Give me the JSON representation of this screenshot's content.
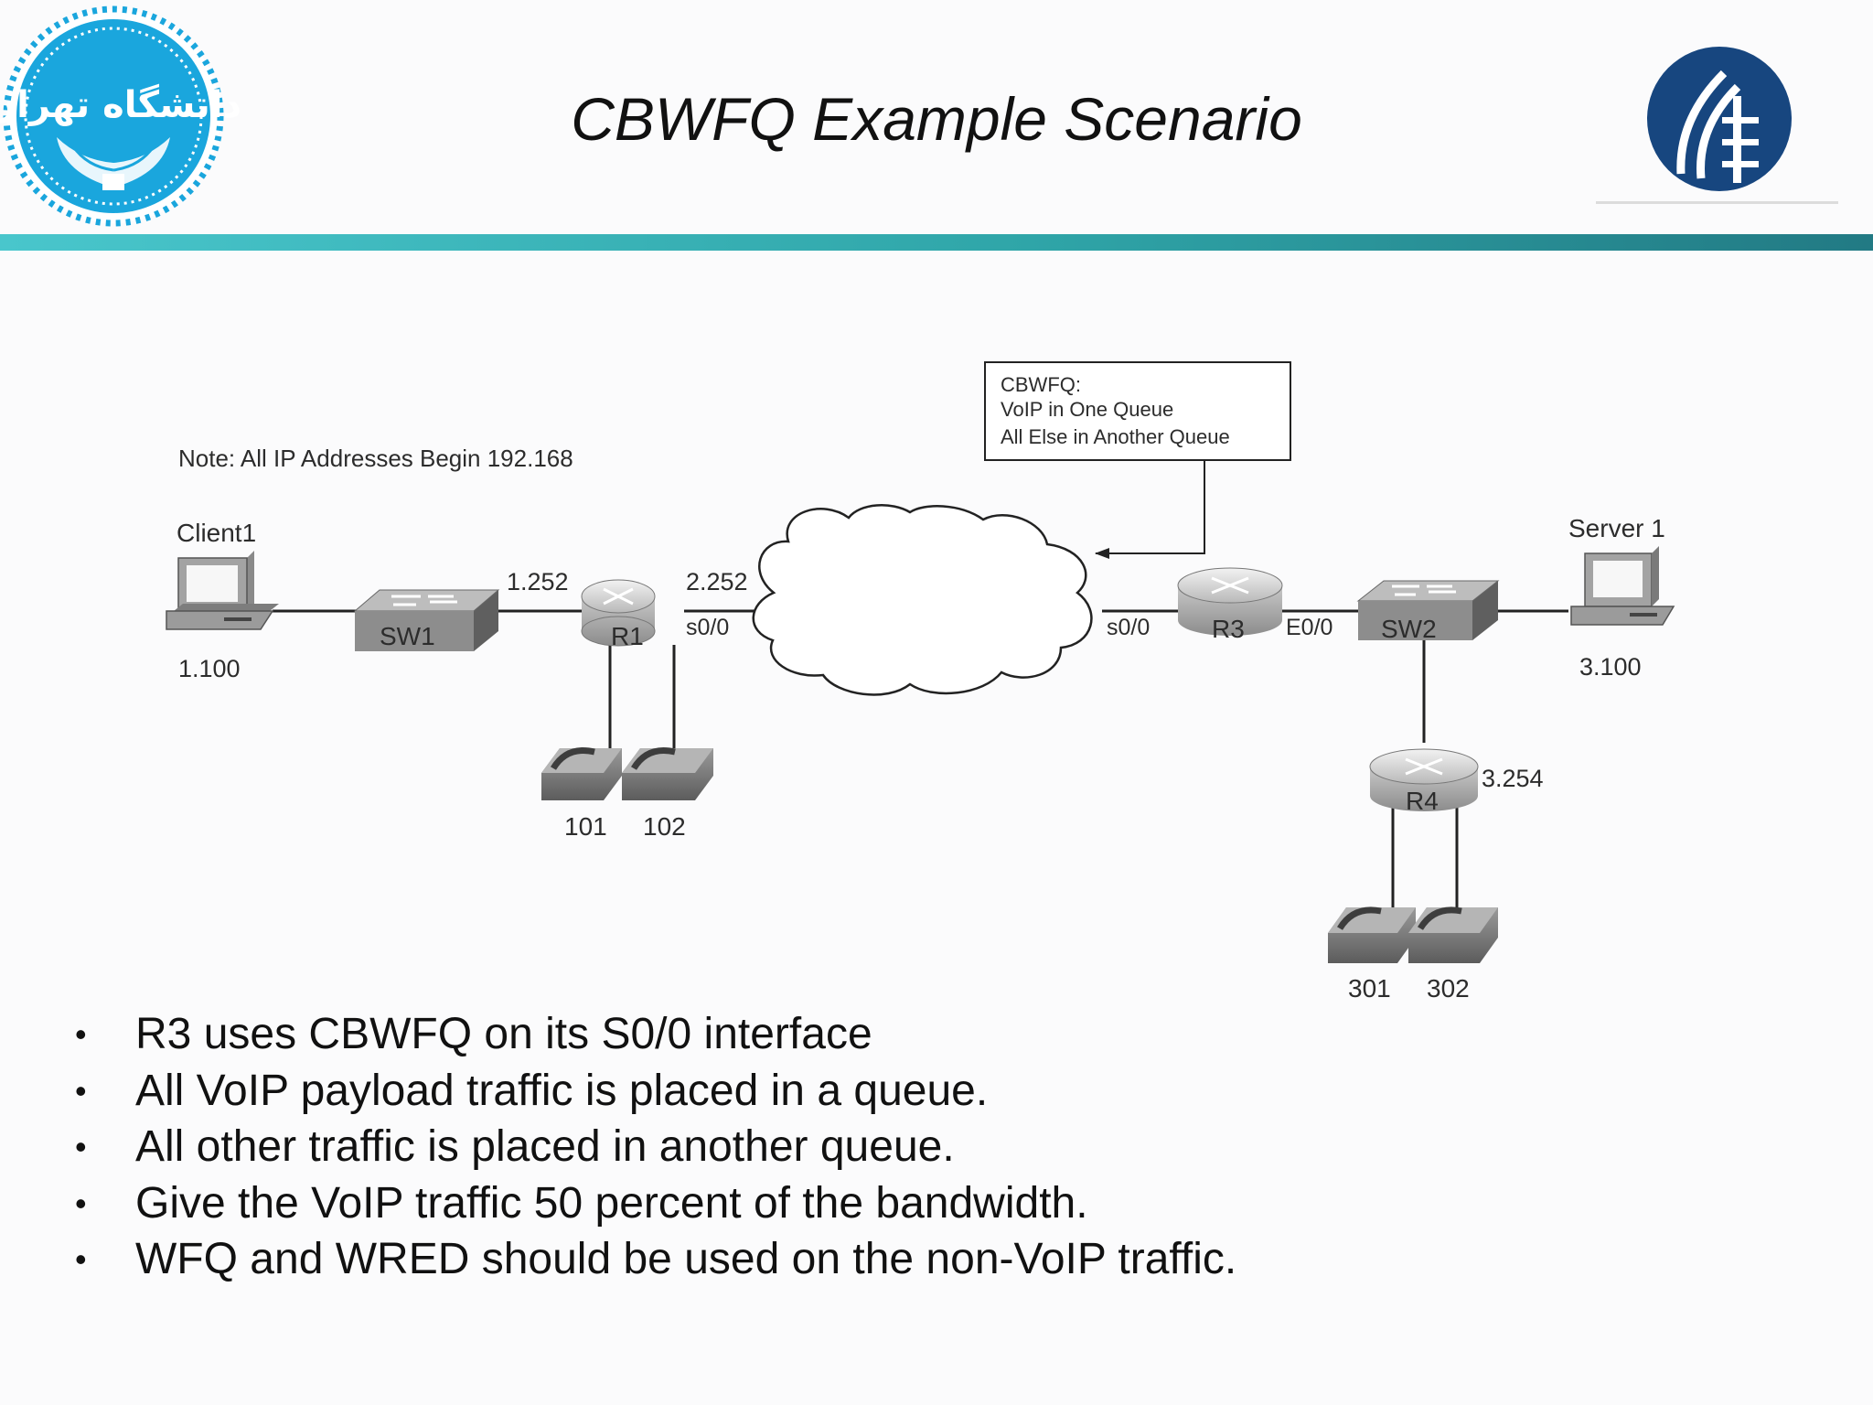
{
  "title": "CBWFQ Example Scenario",
  "logos": {
    "left": {
      "icon": "university-of-tehran-seal-icon",
      "text": "دانشگاه تهران",
      "color": "#1aa6dd"
    },
    "right": {
      "icon": "institute-logo-icon",
      "color": "#17467f"
    }
  },
  "diagram": {
    "note": "Note: All IP Addresses Begin 192.168",
    "callout": [
      "CBWFQ:",
      "VoIP in One Queue",
      "All Else in Another Queue"
    ],
    "nodes": {
      "client1": {
        "label": "Client1",
        "address": "1.100"
      },
      "sw1": {
        "label": "SW1"
      },
      "r1": {
        "label": "R1",
        "lan_address": "1.252",
        "wan_address": "2.252",
        "wan_interface": "s0/0"
      },
      "r3": {
        "label": "R3",
        "wan_interface": "s0/0",
        "lan_interface": "E0/0"
      },
      "sw2": {
        "label": "SW2"
      },
      "server1": {
        "label": "Server 1",
        "address": "3.100"
      },
      "r4": {
        "label": "R4",
        "address": "3.254"
      }
    },
    "phones": {
      "r1_a": "101",
      "r1_b": "102",
      "r4_a": "301",
      "r4_b": "302"
    }
  },
  "bullets": [
    "R3 uses CBWFQ on its S0/0 interface",
    "All VoIP payload traffic is placed in a queue.",
    "All other traffic is placed in another queue.",
    "Give the VoIP traffic 50 percent of the bandwidth.",
    "WFQ and WRED should be used on the non-VoIP traffic."
  ]
}
